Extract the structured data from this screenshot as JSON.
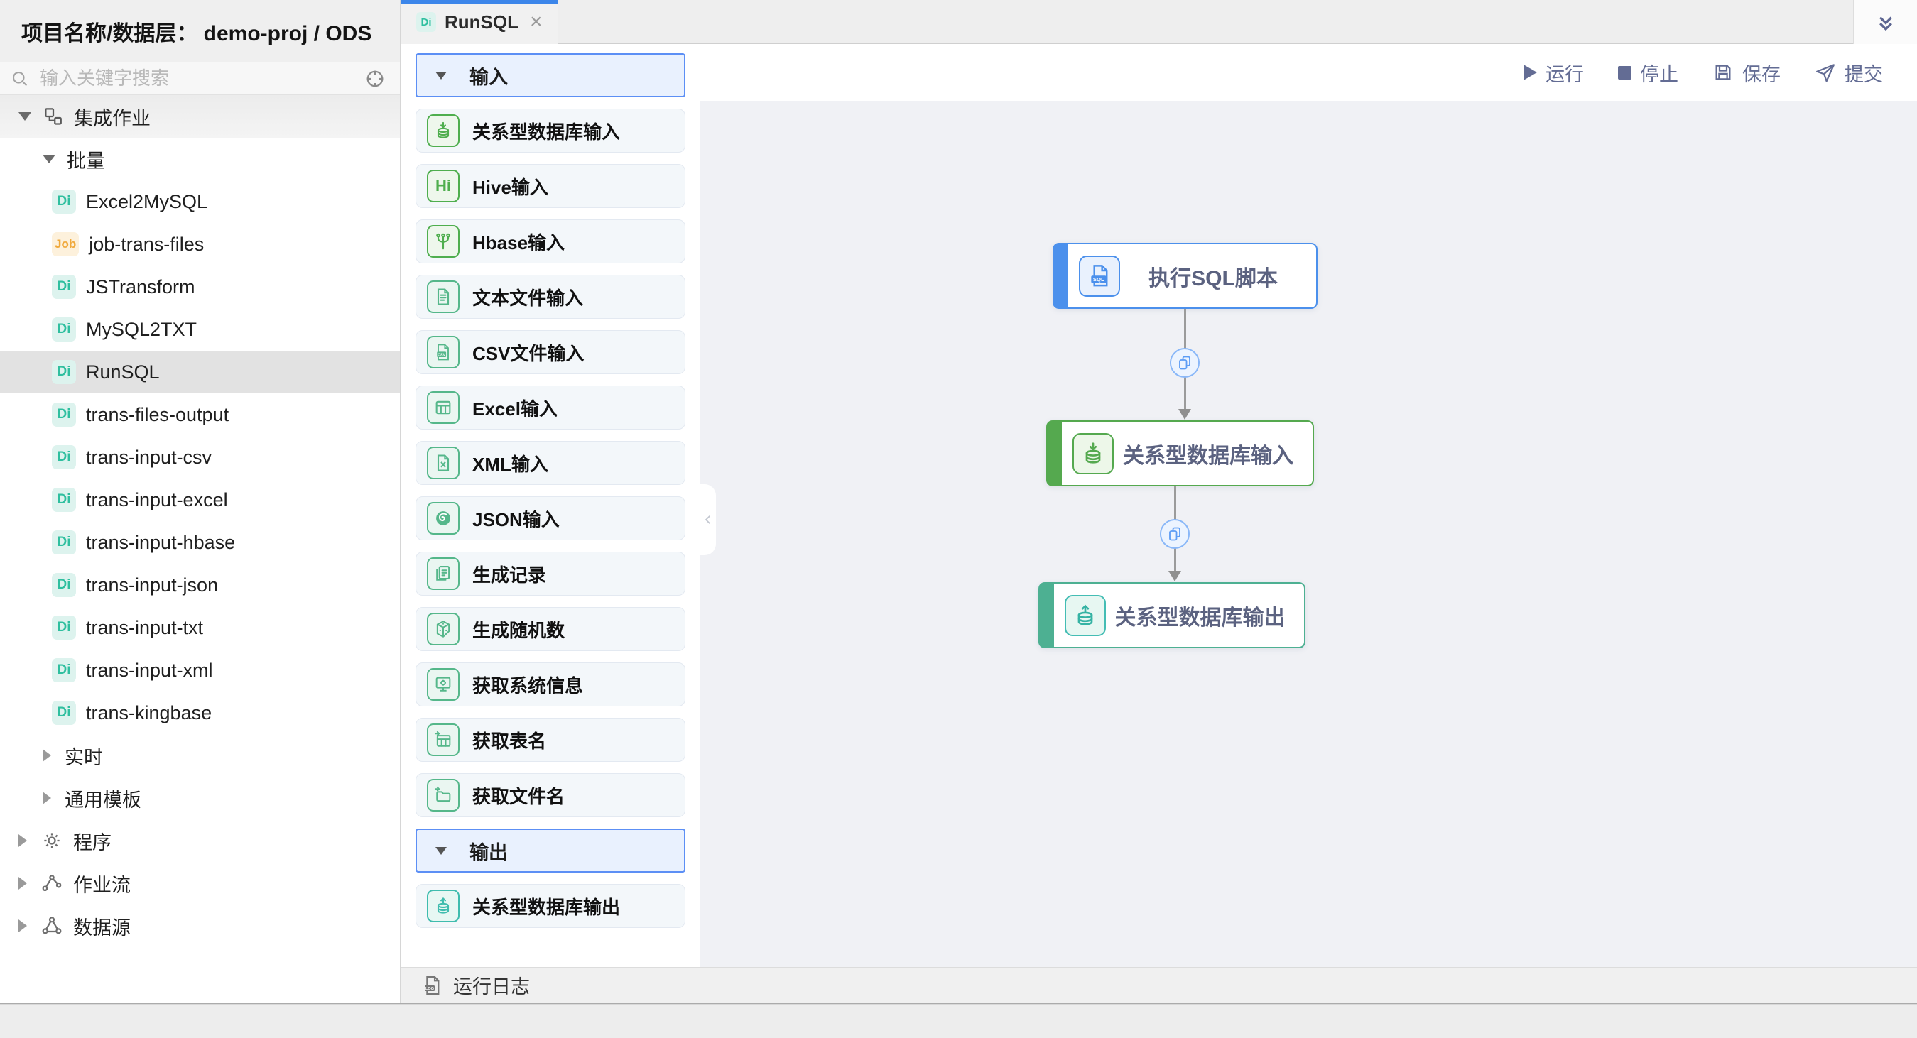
{
  "sidebar": {
    "header_title": "项目名称/数据层： demo-proj / ODS",
    "search_placeholder": "输入关键字搜索",
    "tree": [
      {
        "label": "集成作业",
        "badge": ""
      },
      {
        "label": "批量",
        "badge": ""
      },
      {
        "label": "Excel2MySQL",
        "badge": "Di"
      },
      {
        "label": "job-trans-files",
        "badge": "Job"
      },
      {
        "label": "JSTransform",
        "badge": "Di"
      },
      {
        "label": "MySQL2TXT",
        "badge": "Di"
      },
      {
        "label": "RunSQL",
        "badge": "Di"
      },
      {
        "label": "trans-files-output",
        "badge": "Di"
      },
      {
        "label": "trans-input-csv",
        "badge": "Di"
      },
      {
        "label": "trans-input-excel",
        "badge": "Di"
      },
      {
        "label": "trans-input-hbase",
        "badge": "Di"
      },
      {
        "label": "trans-input-json",
        "badge": "Di"
      },
      {
        "label": "trans-input-txt",
        "badge": "Di"
      },
      {
        "label": "trans-input-xml",
        "badge": "Di"
      },
      {
        "label": "trans-kingbase",
        "badge": "Di"
      },
      {
        "label": "实时",
        "badge": ""
      },
      {
        "label": "通用模板",
        "badge": ""
      },
      {
        "label": "程序",
        "badge": ""
      },
      {
        "label": "作业流",
        "badge": ""
      },
      {
        "label": "数据源",
        "badge": ""
      }
    ]
  },
  "tabs": [
    {
      "label": "RunSQL",
      "badge": "Di",
      "close": "×"
    }
  ],
  "toolbar": {
    "run": "运行",
    "stop": "停止",
    "save": "保存",
    "submit": "提交"
  },
  "palette": {
    "input_section": "输入",
    "output_section": "输出",
    "input_items": [
      "关系型数据库输入",
      "Hive输入",
      "Hbase输入",
      "文本文件输入",
      "CSV文件输入",
      "Excel输入",
      "XML输入",
      "JSON输入",
      "生成记录",
      "生成随机数",
      "获取系统信息",
      "获取表名",
      "获取文件名"
    ],
    "output_items": [
      "关系型数据库输出"
    ]
  },
  "canvas": {
    "nodes": [
      {
        "label": "执行SQL脚本",
        "color": "#4b90ec"
      },
      {
        "label": "关系型数据库输入",
        "color": "#55a94f"
      },
      {
        "label": "关系型数据库输出",
        "color": "#4db092"
      }
    ]
  },
  "log_bar": {
    "label": "运行日志"
  },
  "colors": {
    "accent_blue": "#3c86ea",
    "node_blue": "#4b90ec",
    "node_green": "#55a94f",
    "node_teal": "#4db092",
    "di_badge": "#2fbf9f",
    "job_badge": "#f0a93c",
    "toolbar_text": "#636c94",
    "canvas_bg": "#f0f1f5"
  }
}
